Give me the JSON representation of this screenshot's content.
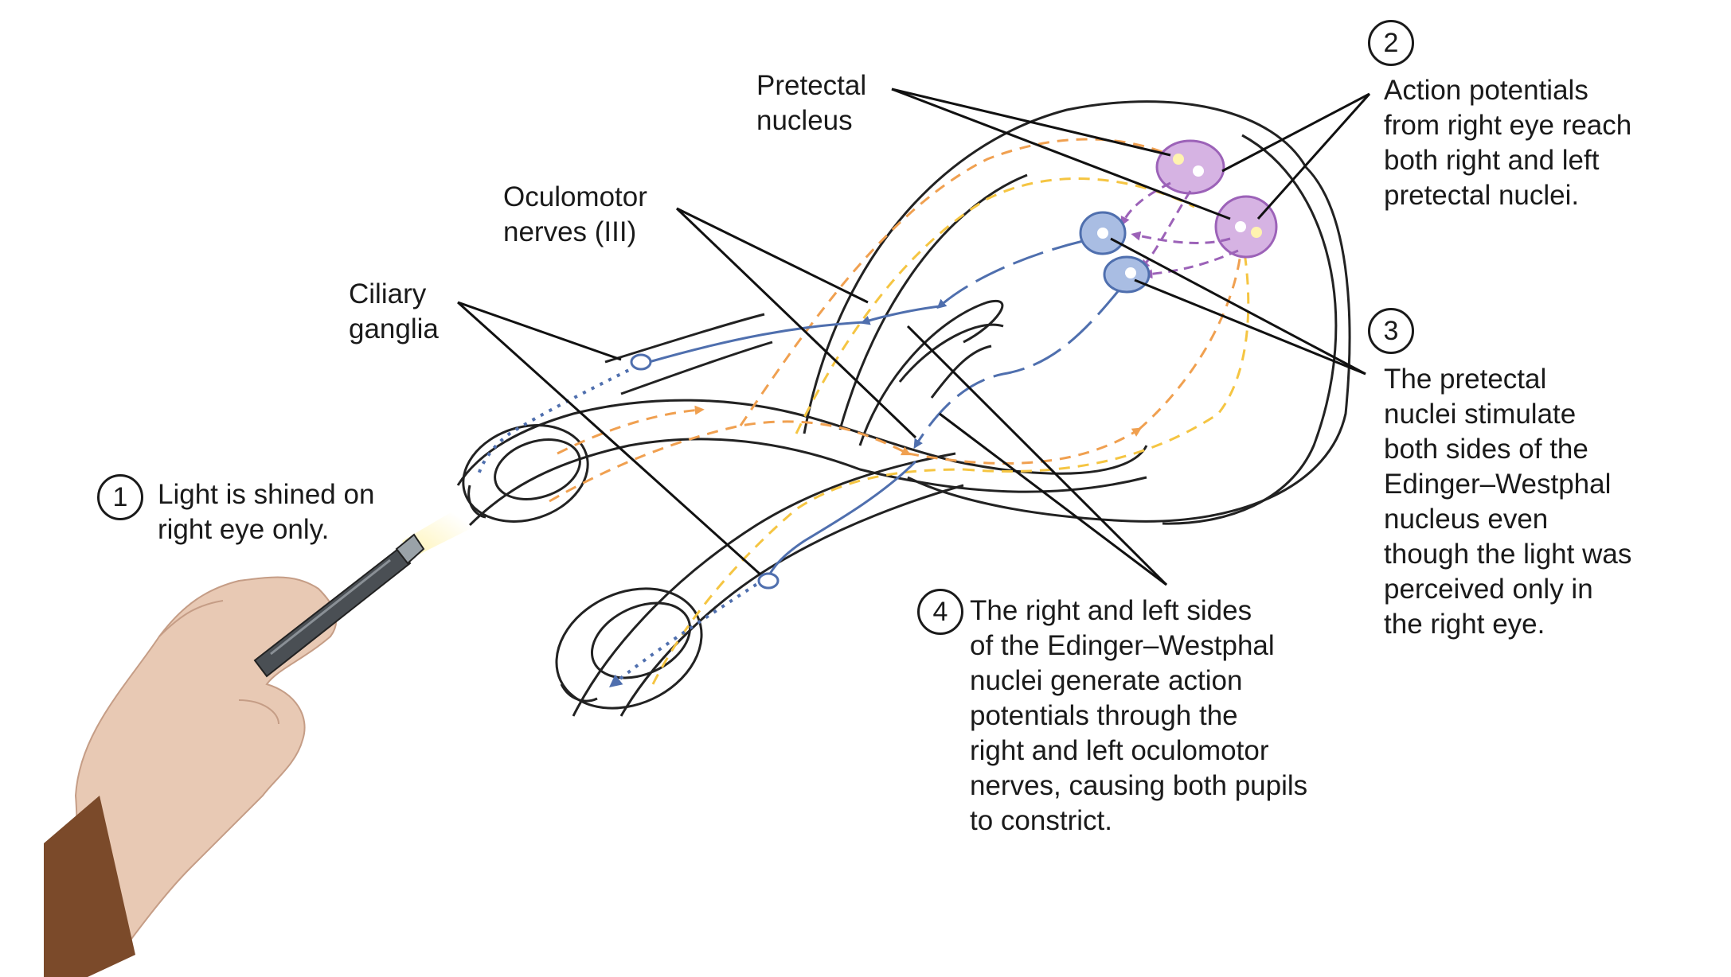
{
  "labels": {
    "pretectal": [
      "Pretectal",
      "nucleus"
    ],
    "oculomotor": [
      "Oculomotor",
      "nerves (III)"
    ],
    "ciliary": [
      "Ciliary",
      "ganglia"
    ]
  },
  "steps": [
    {
      "number": "1",
      "lines": [
        "Light is shined on",
        "right eye only."
      ]
    },
    {
      "number": "2",
      "lines": [
        "Action potentials",
        "from right eye reach",
        "both right and left",
        "pretectal nuclei."
      ]
    },
    {
      "number": "3",
      "lines": [
        "The pretectal",
        "nuclei stimulate",
        "both sides of the",
        "Edinger–Westphal",
        "nucleus even",
        "though the light was",
        "perceived only in",
        "the right eye."
      ]
    },
    {
      "number": "4",
      "lines": [
        "The right and left sides",
        "of the Edinger–Westphal",
        "nuclei generate action",
        "potentials through the",
        "right and left oculomotor",
        "nerves, causing both pupils",
        "to constrict."
      ]
    }
  ],
  "colors": {
    "afferent_orange": "#f0a050",
    "afferent_yellow": "#f5c542",
    "pretectal_purple": "#c9a0d8",
    "efferent_blue": "#4f6fae",
    "nucleus_blue": "#a9bde3",
    "glove": "#e8c9b4",
    "outline": "#222222"
  }
}
